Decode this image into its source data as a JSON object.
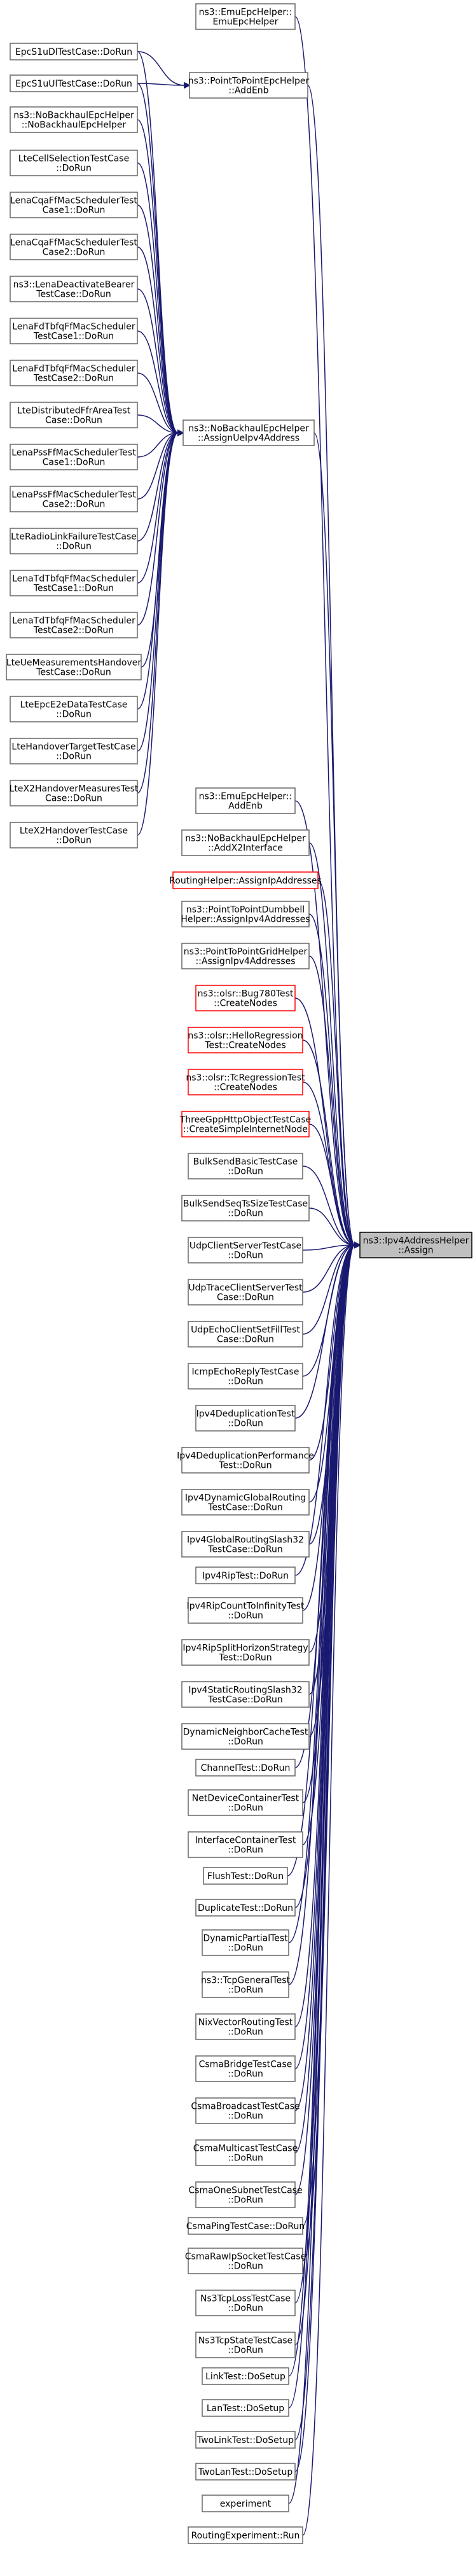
{
  "colors": {
    "edge": "#191970",
    "node_border": "#666666",
    "node_border_red": "#ff0000",
    "target_fill": "#bfbfbf",
    "target_border": "#000000",
    "background": "#ffffff"
  },
  "hubs": {
    "assign_ue_ipv4": [
      "ns3::NoBackhaulEpcHelper",
      "::AssignUeIpv4Address"
    ],
    "add_enb": [
      "ns3::PointToPointEpcHelper",
      "::AddEnb"
    ],
    "ipv4_assign": [
      "ns3::Ipv4AddressHelper",
      "::Assign"
    ]
  },
  "nodes": [
    {
      "id": "emu_epc_helper_top",
      "lines": [
        "ns3::EmuEpcHelper::",
        "EmuEpcHelper"
      ],
      "red": false
    },
    {
      "id": "epc_s1u_dl",
      "lines": [
        "EpcS1uDlTestCase::DoRun"
      ],
      "red": false
    },
    {
      "id": "epc_s1u_ul",
      "lines": [
        "EpcS1uUlTestCase::DoRun"
      ],
      "red": false
    },
    {
      "id": "nobackhaul_ctor",
      "lines": [
        "ns3::NoBackhaulEpcHelper",
        "::NoBackhaulEpcHelper"
      ],
      "red": false
    },
    {
      "id": "lte_cell_selection",
      "lines": [
        "LteCellSelectionTestCase",
        "::DoRun"
      ],
      "red": false
    },
    {
      "id": "lena_cqa_1",
      "lines": [
        "LenaCqaFfMacSchedulerTest",
        "Case1::DoRun"
      ],
      "red": false
    },
    {
      "id": "lena_cqa_2",
      "lines": [
        "LenaCqaFfMacSchedulerTest",
        "Case2::DoRun"
      ],
      "red": false
    },
    {
      "id": "lena_deactivate",
      "lines": [
        "ns3::LenaDeactivateBearer",
        "TestCase::DoRun"
      ],
      "red": false
    },
    {
      "id": "lena_fdtbfq_1",
      "lines": [
        "LenaFdTbfqFfMacScheduler",
        "TestCase1::DoRun"
      ],
      "red": false
    },
    {
      "id": "lena_fdtbfq_2",
      "lines": [
        "LenaFdTbfqFfMacScheduler",
        "TestCase2::DoRun"
      ],
      "red": false
    },
    {
      "id": "lte_distributed",
      "lines": [
        "LteDistributedFfrAreaTest",
        "Case::DoRun"
      ],
      "red": false
    },
    {
      "id": "lena_pss_1",
      "lines": [
        "LenaPssFfMacSchedulerTest",
        "Case1::DoRun"
      ],
      "red": false
    },
    {
      "id": "lena_pss_2",
      "lines": [
        "LenaPssFfMacSchedulerTest",
        "Case2::DoRun"
      ],
      "red": false
    },
    {
      "id": "lte_radio_link",
      "lines": [
        "LteRadioLinkFailureTestCase",
        "::DoRun"
      ],
      "red": false
    },
    {
      "id": "lena_tdbet_1",
      "lines": [
        "LenaTdTbfqFfMacScheduler",
        "TestCase1::DoRun"
      ],
      "red": false
    },
    {
      "id": "lena_tdbet_2",
      "lines": [
        "LenaTdTbfqFfMacScheduler",
        "TestCase2::DoRun"
      ],
      "red": false
    },
    {
      "id": "lte_ue_meas",
      "lines": [
        "LteUeMeasurementsHandover",
        "TestCase::DoRun"
      ],
      "red": false
    },
    {
      "id": "lte_epc_e2e",
      "lines": [
        "LteEpcE2eDataTestCase",
        "::DoRun"
      ],
      "red": false
    },
    {
      "id": "lte_handover_target",
      "lines": [
        "LteHandoverTargetTestCase",
        "::DoRun"
      ],
      "red": false
    },
    {
      "id": "lte_x2_meas",
      "lines": [
        "LteX2HandoverMeasuresTest",
        "Case::DoRun"
      ],
      "red": false
    },
    {
      "id": "lte_x2_handover",
      "lines": [
        "LteX2HandoverTestCase",
        "::DoRun"
      ],
      "red": false
    },
    {
      "id": "emu_add_enb",
      "lines": [
        "ns3::EmuEpcHelper::",
        "AddEnb"
      ],
      "red": false
    },
    {
      "id": "nobackhaul_addx2",
      "lines": [
        "ns3::NoBackhaulEpcHelper",
        "::AddX2Interface"
      ],
      "red": false
    },
    {
      "id": "routing_helper",
      "lines": [
        "RoutingHelper::AssignIpAddresses"
      ],
      "red": true
    },
    {
      "id": "p2p_dumbbell",
      "lines": [
        "ns3::PointToPointDumbbell",
        "Helper::AssignIpv4Addresses"
      ],
      "red": false
    },
    {
      "id": "p2p_grid",
      "lines": [
        "ns3::PointToPointGridHelper",
        "::AssignIpv4Addresses"
      ],
      "red": false
    },
    {
      "id": "olsr_bug780",
      "lines": [
        "ns3::olsr::Bug780Test",
        "::CreateNodes"
      ],
      "red": true
    },
    {
      "id": "olsr_hello",
      "lines": [
        "ns3::olsr::HelloRegression",
        "Test::CreateNodes"
      ],
      "red": true
    },
    {
      "id": "olsr_tc",
      "lines": [
        "ns3::olsr::TcRegressionTest",
        "::CreateNodes"
      ],
      "red": true
    },
    {
      "id": "three_gpp_http",
      "lines": [
        "ThreeGppHttpObjectTestCase",
        "::CreateSimpleInternetNode"
      ],
      "red": true
    },
    {
      "id": "bulk_send_basic",
      "lines": [
        "BulkSendBasicTestCase",
        "::DoRun"
      ],
      "red": false
    },
    {
      "id": "bulk_send_seq",
      "lines": [
        "BulkSendSeqTsSizeTestCase",
        "::DoRun"
      ],
      "red": false
    },
    {
      "id": "udp_client_server",
      "lines": [
        "UdpClientServerTestCase",
        "::DoRun"
      ],
      "red": false
    },
    {
      "id": "udp_trace_client",
      "lines": [
        "UdpTraceClientServerTest",
        "Case::DoRun"
      ],
      "red": false
    },
    {
      "id": "udp_echo",
      "lines": [
        "UdpEchoClientSetFillTest",
        "Case::DoRun"
      ],
      "red": false
    },
    {
      "id": "icmp_echo",
      "lines": [
        "IcmpEchoReplyTestCase",
        "::DoRun"
      ],
      "red": false
    },
    {
      "id": "ipv4_dedup",
      "lines": [
        "Ipv4DeduplicationTest",
        "::DoRun"
      ],
      "red": false
    },
    {
      "id": "ipv4_dedup_perf",
      "lines": [
        "Ipv4DeduplicationPerformance",
        "Test::DoRun"
      ],
      "red": false
    },
    {
      "id": "ipv4_dyn_global",
      "lines": [
        "Ipv4DynamicGlobalRouting",
        "TestCase::DoRun"
      ],
      "red": false
    },
    {
      "id": "ipv4_global_slash32",
      "lines": [
        "Ipv4GlobalRoutingSlash32",
        "TestCase::DoRun"
      ],
      "red": false
    },
    {
      "id": "ipv4_rip",
      "lines": [
        "Ipv4RipTest::DoRun"
      ],
      "red": false
    },
    {
      "id": "ipv4_rip_count",
      "lines": [
        "Ipv4RipCountToInfinityTest",
        "::DoRun"
      ],
      "red": false
    },
    {
      "id": "ipv4_rip_split",
      "lines": [
        "Ipv4RipSplitHorizonStrategy",
        "Test::DoRun"
      ],
      "red": false
    },
    {
      "id": "ipv4_static_slash32",
      "lines": [
        "Ipv4StaticRoutingSlash32",
        "TestCase::DoRun"
      ],
      "red": false
    },
    {
      "id": "dyn_neighbor",
      "lines": [
        "DynamicNeighborCacheTest",
        "::DoRun"
      ],
      "red": false
    },
    {
      "id": "channel_test",
      "lines": [
        "ChannelTest::DoRun"
      ],
      "red": false
    },
    {
      "id": "net_device_container",
      "lines": [
        "NetDeviceContainerTest",
        "::DoRun"
      ],
      "red": false
    },
    {
      "id": "interface_container",
      "lines": [
        "InterfaceContainerTest",
        "::DoRun"
      ],
      "red": false
    },
    {
      "id": "flush_test",
      "lines": [
        "FlushTest::DoRun"
      ],
      "red": false
    },
    {
      "id": "duplicate_test",
      "lines": [
        "DuplicateTest::DoRun"
      ],
      "red": false
    },
    {
      "id": "dynamic_partial",
      "lines": [
        "DynamicPartialTest",
        "::DoRun"
      ],
      "red": false
    },
    {
      "id": "tcp_general",
      "lines": [
        "ns3::TcpGeneralTest",
        "::DoRun"
      ],
      "red": false
    },
    {
      "id": "nix_vector",
      "lines": [
        "NixVectorRoutingTest",
        "::DoRun"
      ],
      "red": false
    },
    {
      "id": "csma_bridge",
      "lines": [
        "CsmaBridgeTestCase",
        "::DoRun"
      ],
      "red": false
    },
    {
      "id": "csma_broadcast",
      "lines": [
        "CsmaBroadcastTestCase",
        "::DoRun"
      ],
      "red": false
    },
    {
      "id": "csma_multicast",
      "lines": [
        "CsmaMulticastTestCase",
        "::DoRun"
      ],
      "red": false
    },
    {
      "id": "csma_one_subnet",
      "lines": [
        "CsmaOneSubnetTestCase",
        "::DoRun"
      ],
      "red": false
    },
    {
      "id": "csma_ping",
      "lines": [
        "CsmaPingTestCase::DoRun"
      ],
      "red": false
    },
    {
      "id": "csma_raw_ip",
      "lines": [
        "CsmaRawIpSocketTestCase",
        "::DoRun"
      ],
      "red": false
    },
    {
      "id": "ns3_tcp_loss",
      "lines": [
        "Ns3TcpLossTestCase",
        "::DoRun"
      ],
      "red": false
    },
    {
      "id": "ns3_tcp_state",
      "lines": [
        "Ns3TcpStateTestCase",
        "::DoRun"
      ],
      "red": false
    },
    {
      "id": "link_test",
      "lines": [
        "LinkTest::DoSetup"
      ],
      "red": false
    },
    {
      "id": "lan_test",
      "lines": [
        "LanTest::DoSetup"
      ],
      "red": false
    },
    {
      "id": "two_link_test",
      "lines": [
        "TwoLinkTest::DoSetup"
      ],
      "red": false
    },
    {
      "id": "two_lan_test",
      "lines": [
        "TwoLanTest::DoSetup"
      ],
      "red": false
    },
    {
      "id": "experiment",
      "lines": [
        "experiment"
      ],
      "red": false
    },
    {
      "id": "routing_experiment",
      "lines": [
        "RoutingExperiment::Run"
      ],
      "red": false
    }
  ],
  "edges": {
    "to_assign_ue_ipv4": [
      "epc_s1u_dl",
      "epc_s1u_ul",
      "nobackhaul_ctor",
      "lte_cell_selection",
      "lena_cqa_1",
      "lena_cqa_2",
      "lena_deactivate",
      "lena_fdtbfq_1",
      "lena_fdtbfq_2",
      "lte_distributed",
      "lena_pss_1",
      "lena_pss_2",
      "lte_radio_link",
      "lena_tdbet_1",
      "lena_tdbet_2",
      "lte_ue_meas",
      "lte_epc_e2e",
      "lte_handover_target",
      "lte_x2_meas",
      "lte_x2_handover"
    ],
    "to_add_enb": [
      "epc_s1u_dl",
      "epc_s1u_ul"
    ],
    "add_enb_to_ipv4": true,
    "assign_ue_ipv4_to_ipv4": true,
    "to_ipv4_assign": [
      "emu_epc_helper_top",
      "emu_add_enb",
      "nobackhaul_addx2",
      "routing_helper",
      "p2p_dumbbell",
      "p2p_grid",
      "olsr_bug780",
      "olsr_hello",
      "olsr_tc",
      "three_gpp_http",
      "bulk_send_basic",
      "bulk_send_seq",
      "udp_client_server",
      "udp_trace_client",
      "udp_echo",
      "icmp_echo",
      "ipv4_dedup",
      "ipv4_dedup_perf",
      "ipv4_dyn_global",
      "ipv4_global_slash32",
      "ipv4_rip",
      "ipv4_rip_count",
      "ipv4_rip_split",
      "ipv4_static_slash32",
      "dyn_neighbor",
      "channel_test",
      "net_device_container",
      "interface_container",
      "flush_test",
      "duplicate_test",
      "dynamic_partial",
      "tcp_general",
      "nix_vector",
      "csma_bridge",
      "csma_broadcast",
      "csma_multicast",
      "csma_one_subnet",
      "csma_ping",
      "csma_raw_ip",
      "ns3_tcp_loss",
      "ns3_tcp_state",
      "link_test",
      "lan_test",
      "two_link_test",
      "two_lan_test",
      "experiment",
      "routing_experiment"
    ]
  }
}
